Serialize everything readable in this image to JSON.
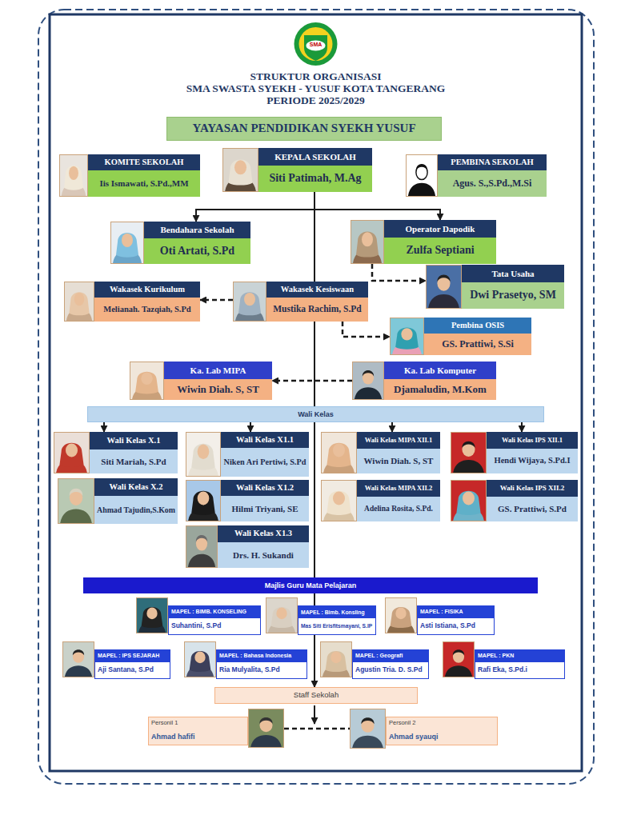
{
  "diagram": {
    "title": "STRUKTUR ORGANISASI",
    "nodes": [
      {
        "text": [
          "YAYASAN PENDIDIKAN SYEKH YUSUF"
        ]
      },
      {
        "text": [
          "KOMITE SEKOLAH",
          "Iis Ismawati, S.Pd.,MM"
        ]
      },
      {
        "text": [
          "KEPALA SEKOLAH",
          "Siti Patimah, M.Ag"
        ]
      },
      {
        "text": [
          "PEMBINA SEKOLAH",
          "Agus. S.,S.Pd.,M.Si"
        ]
      },
      {
        "text": [
          "Bendahara Sekolah",
          "Oti Artati, S.Pd"
        ]
      },
      {
        "text": [
          "Operator Dapodik",
          "Zulfa Septiani"
        ]
      },
      {
        "text": [
          "Tata Usaha",
          "Dwi Prasetyo, SM"
        ]
      },
      {
        "text": [
          "Wakasek Kurikulum",
          "Melianah. Tazqiah, S.Pd"
        ]
      },
      {
        "text": [
          "Wakasek Kesiswaan",
          "Mustika Rachim, S.Pd"
        ]
      },
      {
        "text": [
          "Pembina OSIS",
          "GS. Prattiwi, S.Si"
        ]
      },
      {
        "text": [
          "Ka. Lab MIPA",
          "Wiwin Diah. S, ST"
        ]
      },
      {
        "text": [
          "Ka. Lab Komputer",
          "Djamaludin, M.Kom"
        ]
      },
      {
        "text": [
          "Wali Kelas"
        ]
      },
      {
        "text": [
          "Wali Kelas X.1",
          "Siti Mariah, S.Pd"
        ]
      },
      {
        "text": [
          "Wali Kelas X.2",
          "Ahmad Tajudin,S.Kom"
        ]
      },
      {
        "text": [
          "Wali Kelas X1.1",
          "Niken Ari Pertiwi, S.Pd"
        ]
      },
      {
        "text": [
          "Wali Kelas X1.2",
          "Hilmi Triyani, SE"
        ]
      },
      {
        "text": [
          "Wali Kelas X1.3",
          "Drs. H. Sukandi"
        ]
      },
      {
        "text": [
          "Wali Kelas MIPA XII.1",
          "Wiwin Diah. S, ST"
        ]
      },
      {
        "text": [
          "Wali Kelas MIPA XII.2",
          "Adelina Rosita, S.Pd."
        ]
      },
      {
        "text": [
          "Wali Kelas IPS XII.1",
          "Hendi Wijaya, S.Pd.I"
        ]
      },
      {
        "text": [
          "Wali Kelas IPS XII.2",
          "GS. Prattiwi, S.Pd"
        ]
      },
      {
        "text": [
          "Majlis Guru Mata Pelajaran"
        ]
      },
      {
        "text": [
          "MAPEL : BIMB. KONSELING",
          "Suhantini, S.Pd"
        ]
      },
      {
        "text": [
          "MAPEL : Bimb. Konsling",
          "Mas Siti Erisfitsmayani, S.IP"
        ]
      },
      {
        "text": [
          "MAPEL : FISIKA",
          "Asti Istiana, S.Pd"
        ]
      },
      {
        "text": [
          "MAPEL : IPS SEJARAH",
          "Aji Santana, S.Pd"
        ]
      },
      {
        "text": [
          "MAPEL : Bahasa Indonesia",
          "Ria Mulyalita, S.Pd"
        ]
      },
      {
        "text": [
          "MAPEL : Geografi",
          "Agustin Tria. D. S.Pd"
        ]
      },
      {
        "text": [
          "MAPEL : PKN",
          "Rafi Eka, S.Pd.i"
        ]
      },
      {
        "text": [
          "Staff Sekolah"
        ]
      },
      {
        "text": [
          "Personil 1",
          "Ahmad hafifi"
        ]
      },
      {
        "text": [
          "Personil 2",
          "Ahmad syauqi"
        ]
      }
    ],
    "edges": [
      {
        "from": 2,
        "to": 4,
        "arrow": "to"
      },
      {
        "from": 2,
        "to": 5,
        "arrow": "to"
      },
      {
        "from": 5,
        "to": 6,
        "arrow": "to"
      },
      {
        "from": 2,
        "to": 8,
        "arrow": "none"
      },
      {
        "from": 8,
        "to": 7,
        "arrow": "to"
      },
      {
        "from": 8,
        "to": 9,
        "arrow": "to"
      },
      {
        "from": 11,
        "to": 10,
        "arrow": "to"
      },
      {
        "from": 8,
        "to": 12,
        "arrow": "none"
      },
      {
        "from": 12,
        "to": 13,
        "arrow": "to"
      },
      {
        "from": 12,
        "to": 15,
        "arrow": "to"
      },
      {
        "from": 12,
        "to": 18,
        "arrow": "to"
      },
      {
        "from": 12,
        "to": 20,
        "arrow": "to"
      },
      {
        "from": 12,
        "to": 22,
        "arrow": "none"
      },
      {
        "from": 22,
        "to": 30,
        "arrow": "to"
      },
      {
        "from": 31,
        "to": 32,
        "arrow": "none"
      }
    ],
    "labels": [
      "SMA SWASTA SYEKH - YUSUF KOTA TANGERANG",
      "PERIODE 2025/2029",
      "SMA"
    ]
  }
}
